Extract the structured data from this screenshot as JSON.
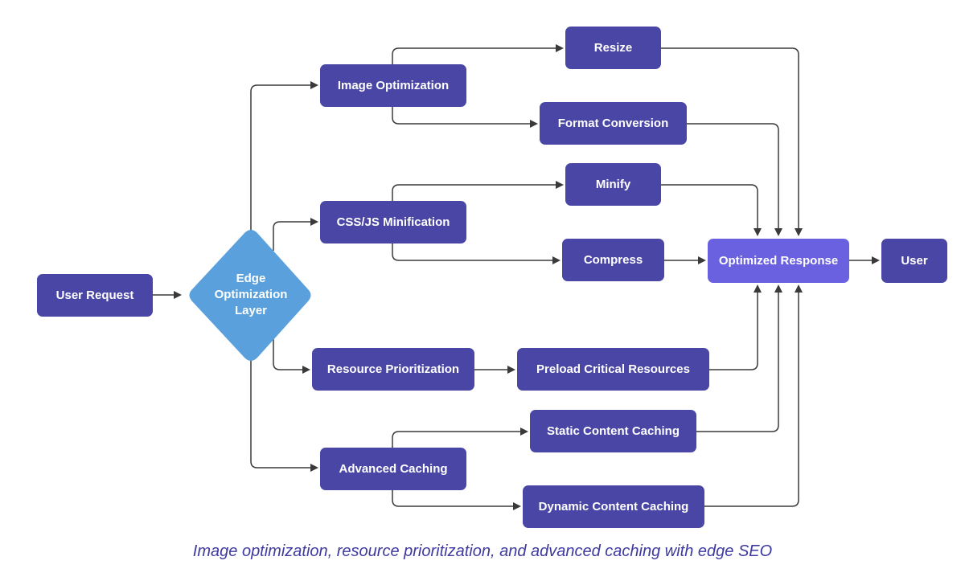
{
  "diagram": {
    "user_request": "User Request",
    "edge_layer": "Edge\nOptimization\nLayer",
    "image_optimization": "Image Optimization",
    "resize": "Resize",
    "format_conversion": "Format Conversion",
    "css_js_minification": "CSS/JS Minification",
    "minify": "Minify",
    "compress": "Compress",
    "optimized_response": "Optimized Response",
    "user": "User",
    "resource_prioritization": "Resource Prioritization",
    "preload_critical": "Preload Critical Resources",
    "advanced_caching": "Advanced Caching",
    "static_caching": "Static Content Caching",
    "dynamic_caching": "Dynamic Content Caching"
  },
  "caption": "Image optimization, resource prioritization, and advanced caching with edge SEO",
  "colors": {
    "node": "#4a46a6",
    "highlight": "#6a61e0",
    "diamond": "#5aa0dc",
    "edge": "#3a3a3a",
    "caption": "#3f3aa0"
  }
}
